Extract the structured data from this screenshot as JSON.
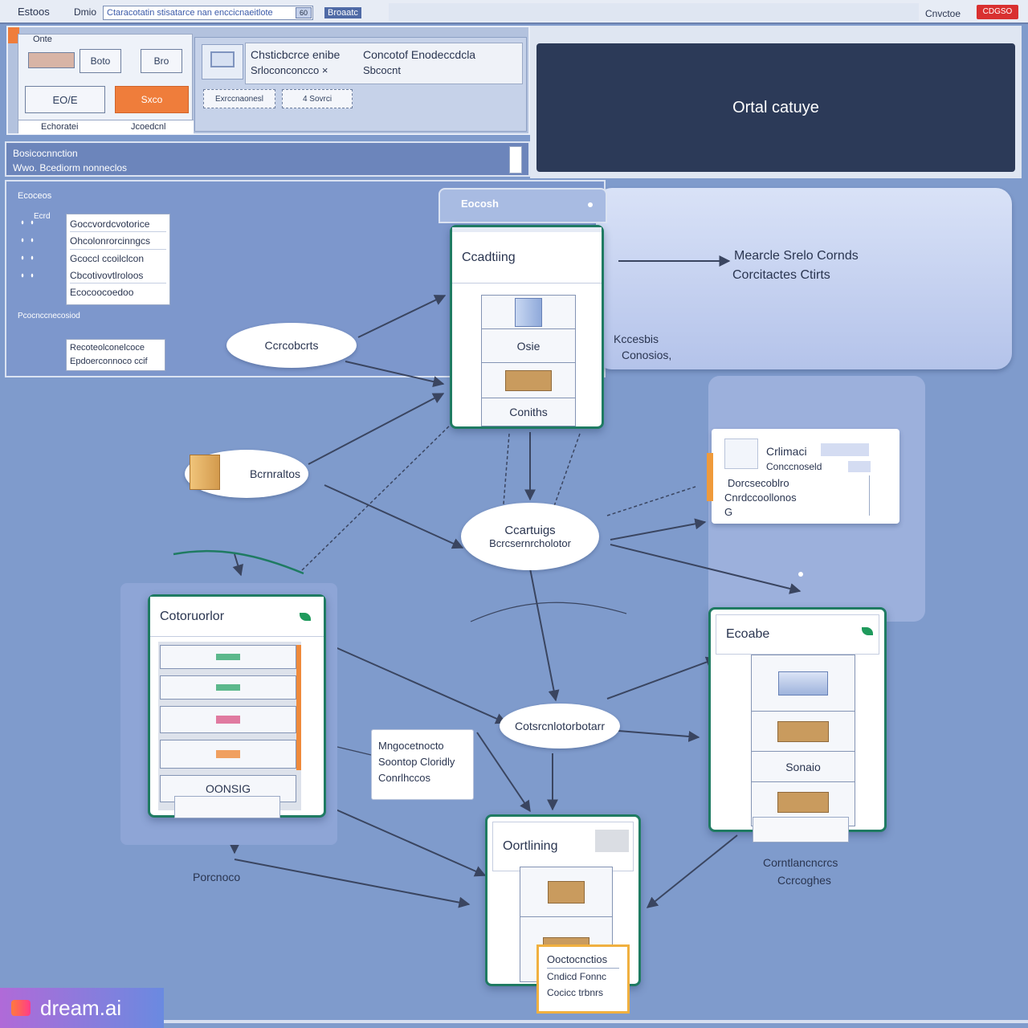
{
  "titlebar": {
    "left_title": "Estoos",
    "menu": "Dmio",
    "address": "Ctaracotatin stisatarce nan enccicnaeitlote",
    "address_badge": "60",
    "right_menu": "Broaatc",
    "window_label": "Cnvctoe",
    "close_label": "CDGSO"
  },
  "toolbar": {
    "label": "Onte",
    "swatch_label": "",
    "btn1": "Boto",
    "btn2": "Bro",
    "save": "EO/E",
    "action": "Sxco",
    "footer_left": "Echoratei",
    "footer_right": "Jcoedcnl"
  },
  "info_panel": {
    "line1": "Chsticbcrce enibe",
    "line2": "Srloconconcco ×",
    "line3": "Concotof Enodeccdcla",
    "line4": "Sbcocnt",
    "small1": "Exrccnaonesl",
    "small2": "4 Sovrci"
  },
  "dark_panel": {
    "title": "Ortal catuye"
  },
  "subheader": {
    "line1": "Bosicocnnction",
    "line2": "Wwo. Bcediorm nonneclos"
  },
  "sidebar": {
    "heading": "Ecoceos",
    "item_tag": "Ecrd",
    "items": [
      "Goccvordcvotorice",
      "Ohcolonrorcinngcs",
      "Gcoccl ccoilclcon",
      "Cbcotivovtlroloos",
      "Ecocoocoedoo"
    ],
    "group_label": "Pcocnccnecosiod",
    "note_line1": "Recoteolconelcoce",
    "note_line2": "Epdoerconnoco ccif"
  },
  "card_top": {
    "badge": "Eocosh",
    "title": "Ccadtiing",
    "slot1": "Osie",
    "slot2": "Coniths"
  },
  "right_panel": {
    "line1": "Mearcle Srelo Cornds",
    "line2": "Corcitactes Ctirts",
    "side1": "Kccesbis",
    "side2": "Conosios,"
  },
  "bubbles": {
    "b1": "Ccrcobcrts",
    "b2": "Bcrnraltos",
    "b3_line1": "Ccartuigs",
    "b3_line2": "Bcrcsernrcholotor",
    "b4": "Cotsrcnlotorbotarr"
  },
  "info_card": {
    "line1": "Crlimaci",
    "line2": "Conccnoseld",
    "line3": "Dorcsecoblro",
    "line4": "Cnrdccoollonos",
    "line5": "G"
  },
  "card_left": {
    "title": "Cotoruorlor",
    "footer": "OONSIG"
  },
  "card_right": {
    "title": "Ecoabe",
    "slot": "Sonaio"
  },
  "card_bottom": {
    "title": "Oortlining",
    "note_title": "Ooctocnctios",
    "note_line1": "Cndicd Fonnc",
    "note_line2": "Cocicc trbnrs"
  },
  "note_mid": {
    "line1": "Mngocetnocto",
    "line2": "Soontop Cloridly",
    "line3": "Conrlhccos"
  },
  "labels": {
    "bottom_left": "Porcnoco",
    "bottom_right1": "Corntlancncrcs",
    "bottom_right2": "Ccrcoghes"
  },
  "watermark": {
    "text": "dream.ai"
  },
  "colors": {
    "background": "#7f9bcc",
    "card_border": "#1f7b62",
    "accent_orange": "#ef7d3b",
    "dark_panel": "#2c3a58",
    "close_red": "#d93030"
  }
}
